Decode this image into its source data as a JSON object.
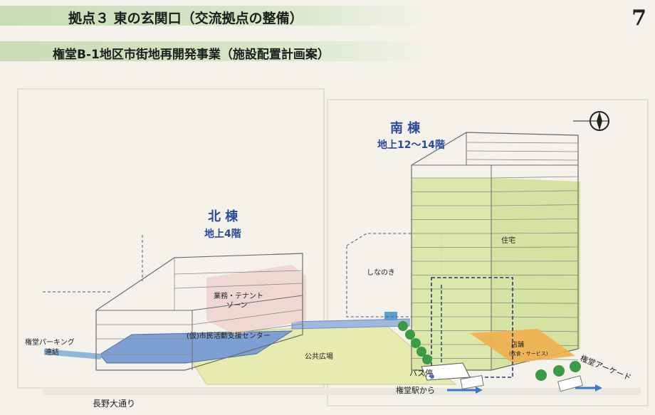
{
  "header": {
    "title": "拠点３ 東の玄関口（交流拠点の整備）",
    "subtitle": "権堂B-1地区市街地再開発事業（施設配置計画案）",
    "page_number": "7"
  },
  "buildings": {
    "south": {
      "name": "南 棟",
      "floors": "地上12～14階"
    },
    "north": {
      "name": "北 棟",
      "floors": "地上4階"
    }
  },
  "labels": {
    "residential": "住宅",
    "shinanoki": "しなのき",
    "business_zone_line1": "業務・テナント",
    "business_zone_line2": "ゾーン",
    "civic_center": "(仮)市民活動支援センター",
    "public_plaza": "公共広場",
    "shops_line1": "店舗",
    "shops_line2": "(飲食・サービス)",
    "parking_line1": "権堂パーキング",
    "parking_line2": "連結",
    "bus_stop": "バス停",
    "from_station": "権堂駅から",
    "nagano_street": "長野大通り",
    "arcade": "権堂アーケード"
  },
  "colors": {
    "text_blue": "#2a4a9a",
    "floor_green": "#d9e6a4",
    "plaza_green": "#e6ebb0",
    "civic_blue": "#7d9fd3",
    "shop_orange": "#f1b04e",
    "business_pink": "#ecd3cc"
  }
}
